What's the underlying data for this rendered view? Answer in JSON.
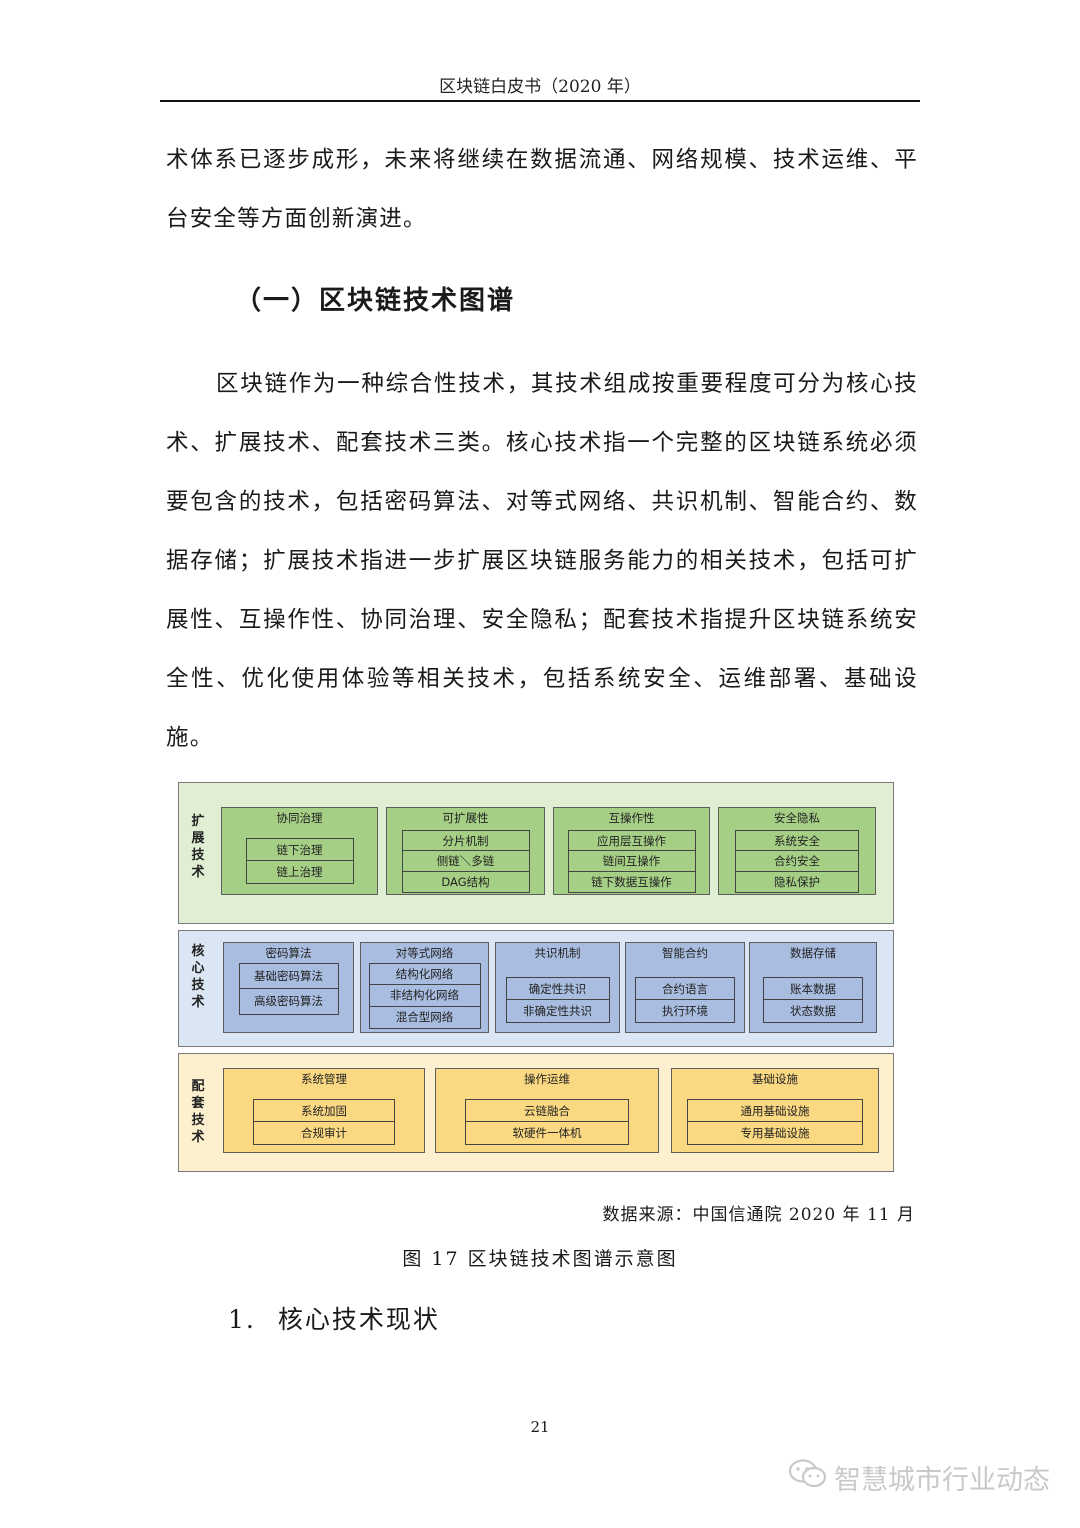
{
  "header": {
    "title": "区块链白皮书（2020 年）"
  },
  "paragraph1": "术体系已逐步成形，未来将继续在数据流通、网络规模、技术运维、平台安全等方面创新演进。",
  "section_title": "（一）区块链技术图谱",
  "paragraph2": "区块链作为一种综合性技术，其技术组成按重要程度可分为核心技术、扩展技术、配套技术三类。核心技术指一个完整的区块链系统必须要包含的技术，包括密码算法、对等式网络、共识机制、智能合约、数据存储；扩展技术指进一步扩展区块链服务能力的相关技术，包括可扩展性、互操作性、协同治理、安全隐私；配套技术指提升区块链系统安全性、优化使用体验等相关技术，包括系统安全、运维部署、基础设施。",
  "diagram": {
    "extension": {
      "label": "扩展技术",
      "groups": [
        {
          "title": "协同治理",
          "items": [
            "链下治理",
            "链上治理"
          ]
        },
        {
          "title": "可扩展性",
          "items": [
            "分片机制",
            "侧链＼多链",
            "DAG结构"
          ]
        },
        {
          "title": "互操作性",
          "items": [
            "应用层互操作",
            "链间互操作",
            "链下数据互操作"
          ]
        },
        {
          "title": "安全隐私",
          "items": [
            "系统安全",
            "合约安全",
            "隐私保护"
          ]
        }
      ]
    },
    "core": {
      "label": "核心技术",
      "groups": [
        {
          "title": "密码算法",
          "items": [
            "基础密码算法",
            "高级密码算法"
          ]
        },
        {
          "title": "对等式网络",
          "items": [
            "结构化网络",
            "非结构化网络",
            "混合型网络"
          ]
        },
        {
          "title": "共识机制",
          "items": [
            "确定性共识",
            "非确定性共识"
          ]
        },
        {
          "title": "智能合约",
          "items": [
            "合约语言",
            "执行环境"
          ]
        },
        {
          "title": "数据存储",
          "items": [
            "账本数据",
            "状态数据"
          ]
        }
      ]
    },
    "support": {
      "label": "配套技术",
      "groups": [
        {
          "title": "系统管理",
          "items": [
            "系统加固",
            "合规审计"
          ]
        },
        {
          "title": "操作运维",
          "items": [
            "云链融合",
            "软硬件一体机"
          ]
        },
        {
          "title": "基础设施",
          "items": [
            "通用基础设施",
            "专用基础设施"
          ]
        }
      ]
    },
    "colors": {
      "green": "#a6cf86",
      "blue": "#a9bde0",
      "yellow": "#fbd983"
    }
  },
  "source": "数据来源：中国信通院 2020 年 11 月",
  "caption": "图 17 区块链技术图谱示意图",
  "subheading": {
    "number": "1.",
    "text": "核心技术现状"
  },
  "page_number": "21",
  "watermark": {
    "icon": "wechat-icon",
    "text": "智慧城市行业动态"
  }
}
